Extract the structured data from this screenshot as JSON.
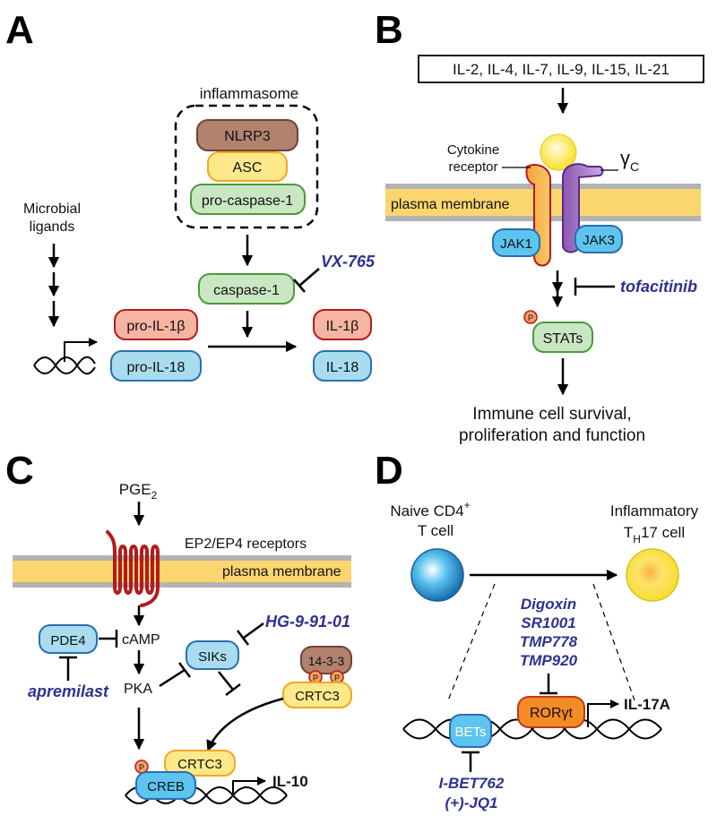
{
  "panel_letters": [
    "A",
    "B",
    "C",
    "D"
  ],
  "panel_a": {
    "inflammasome_label": "inflammasome",
    "nlrp3": "NLRP3",
    "asc": "ASC",
    "pro_caspase": "pro-caspase-1",
    "caspase": "caspase-1",
    "drug": "VX-765",
    "microbial_1": "Microbial",
    "microbial_2": "ligands",
    "pro_il1b": "pro-IL-1β",
    "pro_il18": "pro-IL-18",
    "il1b": "IL-1β",
    "il18": "IL-18"
  },
  "panel_b": {
    "cytokines": "IL-2, IL-4, IL-7, IL-9, IL-15, IL-21",
    "receptor_1": "Cytokine",
    "receptor_2": "receptor",
    "gamma_c": "γ",
    "gamma_sub": "C",
    "membrane": "plasma membrane",
    "jak1": "JAK1",
    "jak3": "JAK3",
    "drug": "tofacitinib",
    "p": "P",
    "stats": "STATs",
    "outcome_1": "Immune cell survival,",
    "outcome_2": "proliferation and function"
  },
  "panel_c": {
    "pge": "PGE",
    "pge_sub": "2",
    "receptors": "EP2/EP4 receptors",
    "membrane": "plasma membrane",
    "pde4": "PDE4",
    "camp": "cAMP",
    "drug_pde": "apremilast",
    "pka": "PKA",
    "siks": "SIKs",
    "drug_sik": "HG-9-91-01",
    "protein_1433": "14-3-3",
    "crtc3": "CRTC3",
    "crtc3_nuc": "CRTC3",
    "creb": "CREB",
    "p": "P",
    "il10": "IL-10"
  },
  "panel_d": {
    "naive_1": "Naive CD4",
    "naive_sup": "+",
    "naive_2": "T cell",
    "infl_1": "Inflammatory",
    "infl_2_a": "T",
    "infl_2_sub": "H",
    "infl_2_b": "17 cell",
    "drugs_ror": [
      "Digoxin",
      "SR1001",
      "TMP778",
      "TMP920"
    ],
    "rorgt": "RORγt",
    "bets": "BETs",
    "il17a": "IL-17A",
    "drugs_bet": [
      "I-BET762",
      "(+)-JQ1"
    ]
  },
  "colors": {
    "drug_text": "#2e3192",
    "membrane_fill": "#fbd66e",
    "membrane_edge": "#b3b3b3",
    "green_box": "#c9e7c2",
    "blue_box": "#a9dcef",
    "salmon_box": "#f6b4a2",
    "yellow_box": "#fde98a",
    "brown_box": "#b3826e",
    "dark_red": "#b31b1b"
  }
}
